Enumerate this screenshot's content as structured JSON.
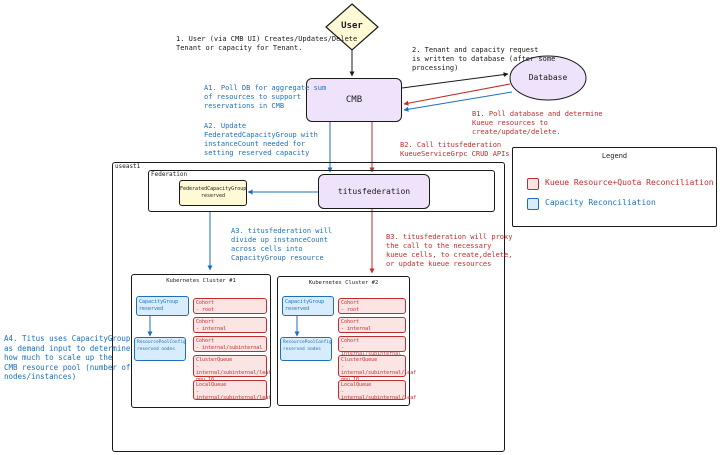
{
  "nodes": {
    "user": "User",
    "cmb": "CMB",
    "database": "Database",
    "titusfederation": "titusfederation",
    "fcg": "FederatedCapacityGroup\nreserved",
    "region_label": "useast1",
    "federation_label": "Federation"
  },
  "notes": {
    "n1": "1. User (via CMB UI) Creates/Updates/Delete\nTenant or capacity for Tenant.",
    "n2": "2. Tenant and capacity request\nis written to database (after some\nprocessing)",
    "a1": "A1. Poll DB for aggregate sum\nof resources to support\nreservations in CMB",
    "a2": "A2. Update\nFederatedCapacityGroup with\ninstanceCount needed for\nsetting reserved capacity",
    "b1": "B1. Poll database and determine\nKueue resources to\ncreate/update/delete.",
    "b2": "B2. Call titusfederation\nKueueServiceGrpc CRUD APIs",
    "a3": "A3. titusfederation will\ndivide up instanceCount\nacross cells into\nCapacityGroup resource",
    "b3": "B3. titusfederation will proxy\nthe call to the necessary\nkueue cells, to create,delete,\nor update kueue resources",
    "a4": "A4. Titus uses CapacityGroup\nas demand input to determine\nhow much to scale up the\nCMB resource pool (number of\nnodes/instances)"
  },
  "legend": {
    "title": "Legend",
    "items": [
      {
        "label": "Kueue Resource+Quota Reconciliation",
        "color": "#c42b2b"
      },
      {
        "label": "Capacity Reconciliation",
        "color": "#1c6fbf"
      }
    ]
  },
  "clusters": [
    {
      "title": "Kubernetes Cluster #1",
      "capacity_group": "CapacityGroup\nreserved",
      "resource_pool": "ResourcePoolConfig\nreserved nodes",
      "kueue": [
        "Cohort\n- root",
        "Cohort\n- internal",
        "Cohort\n- internal/subinternal",
        "ClusterQueue\n- internal/subinternal/leaf\ngpu 10",
        "LocalQueue\n- internal/subinternal/leaf"
      ]
    },
    {
      "title": "Kubernetes Cluster #2",
      "capacity_group": "CapacityGroup\nreserved",
      "resource_pool": "ResourcePoolConfig\nreserved nodes",
      "kueue": [
        "Cohort\n- root",
        "Cohort\n- internal",
        "Cohort\n- internal/subinternal",
        "ClusterQueue\n- internal/subinternal/leaf\ngpu 10",
        "LocalQueue\n- internal/subinternal/leaf"
      ]
    }
  ]
}
